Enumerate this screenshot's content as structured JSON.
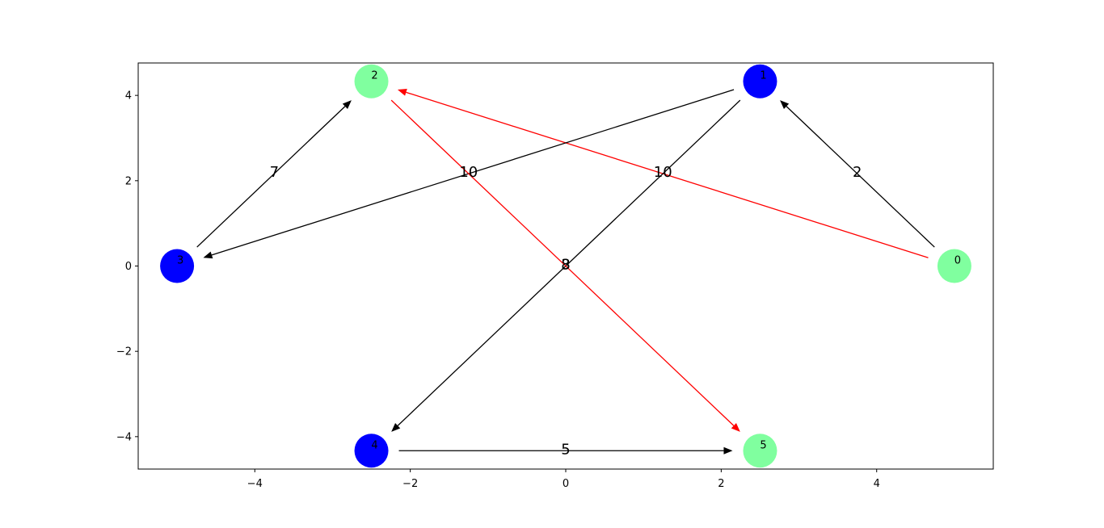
{
  "chart_data": {
    "type": "graph",
    "xlim": [
      -5.5,
      5.5
    ],
    "ylim": [
      -4.76,
      4.76
    ],
    "x_ticks": [
      -4,
      -2,
      0,
      2,
      4
    ],
    "x_tick_labels": [
      "−4",
      "−2",
      "0",
      "2",
      "4"
    ],
    "y_ticks": [
      4,
      2,
      0,
      -2,
      -4
    ],
    "y_tick_labels": [
      "4",
      "2",
      "0",
      "−2",
      "−4"
    ],
    "colors": {
      "blue": "#0000ff",
      "green": "#80ff9f",
      "red": "#ff0000",
      "black": "#000000"
    },
    "nodes": [
      {
        "id": "0",
        "label": "0",
        "x": 5.0,
        "y": 0.0,
        "color": "green"
      },
      {
        "id": "1",
        "label": "1",
        "x": 2.5,
        "y": 4.33,
        "color": "blue"
      },
      {
        "id": "2",
        "label": "2",
        "x": -2.5,
        "y": 4.33,
        "color": "green"
      },
      {
        "id": "3",
        "label": "3",
        "x": -5.0,
        "y": 0.0,
        "color": "blue"
      },
      {
        "id": "4",
        "label": "4",
        "x": -2.5,
        "y": -4.33,
        "color": "blue"
      },
      {
        "id": "5",
        "label": "5",
        "x": 2.5,
        "y": -4.33,
        "color": "green"
      }
    ],
    "edges": [
      {
        "source": "0",
        "target": "1",
        "weight": "2",
        "color": "black"
      },
      {
        "source": "0",
        "target": "2",
        "weight": "10",
        "color": "red"
      },
      {
        "source": "1",
        "target": "3",
        "weight": "10",
        "color": "black"
      },
      {
        "source": "1",
        "target": "4",
        "weight": "8",
        "color": "black"
      },
      {
        "source": "3",
        "target": "2",
        "weight": "7",
        "color": "black"
      },
      {
        "source": "2",
        "target": "5",
        "weight": "3",
        "color": "red"
      },
      {
        "source": "4",
        "target": "5",
        "weight": "5",
        "color": "black"
      }
    ]
  }
}
